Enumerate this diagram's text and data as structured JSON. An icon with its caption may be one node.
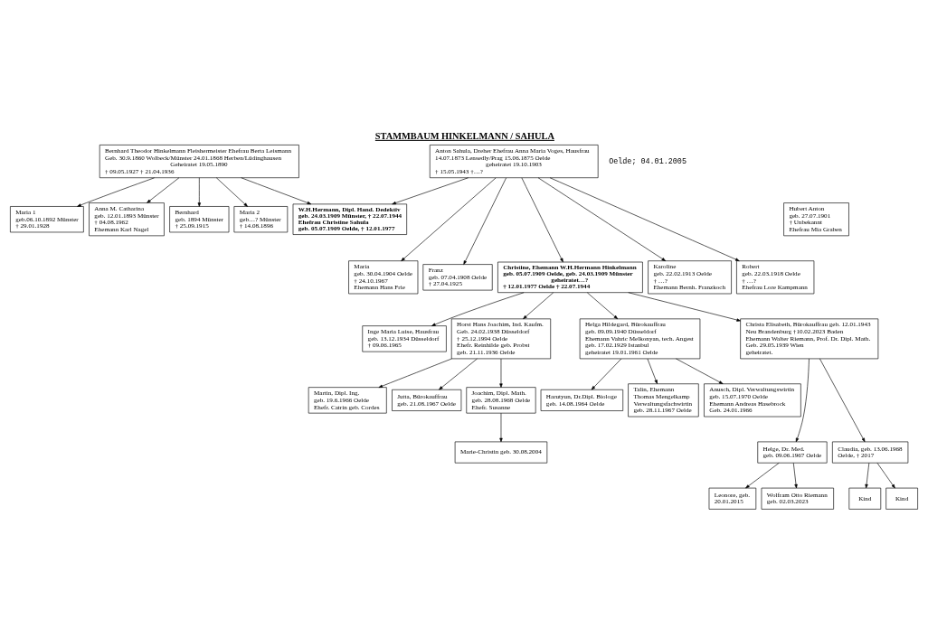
{
  "diagram": {
    "title": "STAMMBAUM HINKELMANN / SAHULA",
    "nodes": [
      {
        "text": [
          "Bernhard Theodor Hinkelmann Fleishermeister Ehefrau Berta Leismann",
          "Geb. 30.9.1860 Wolbeck/Münster 24.01.1868 Herben/Lüdinghausen",
          "Geheiratet 19.05.1890",
          "† 09.05.1927 † 21.04.1936"
        ]
      },
      {
        "text": [
          "Anton Sahula, Dreher Ehefrau Anna Maria Voges, Hausfrau",
          "14.07.1873 Lensedly/Prag 15.06.1875 Oelde",
          "geheiratet 19.10.1903",
          "† 15.05.1943 †…?"
        ]
      },
      {
        "text": [
          "Maria 1",
          "geb.06.10.1892 Münster",
          "† 29.01.1928"
        ]
      },
      {
        "text": [
          "Anna M. Catharina",
          "geb. 12.01.1893 Münster",
          "† 04.08.1962",
          "Ehemann Karl Nagel"
        ]
      },
      {
        "text": [
          "Bernhard",
          "geb. 1894 Münster",
          "† 25.09.1915"
        ]
      },
      {
        "text": [
          "Maria 2",
          "geb…? Münster",
          "† 14.08.1896"
        ]
      },
      {
        "text": [
          "Hubert Anton",
          "geb. 27.07.1901",
          "† Unbekannt",
          "Ehefrau Mia Graben"
        ]
      },
      {
        "text": [
          "W.H.Hermann, Dipl. Hand. Dedektiv",
          "geb. 24.03.1909 Münster, † 22.07.1944",
          "Ehefrau Christine Sahula",
          "geb. 05.07.1909 Oelde, † 12.01.1977"
        ]
      },
      {
        "text": [
          "Maria",
          "geb. 30.04.1904 Oelde",
          "† 24.10.1967",
          "Ehemann Hans Frie"
        ]
      },
      {
        "text": [
          "Franz",
          "geb. 07.04.1908 Oelde",
          "† 27.04.1925"
        ]
      },
      {
        "text": [
          "Christine, Ehemann W.H.Hermann Hinkelmann",
          "geb. 05.07.1909 Oelde, geb. 24.03.1909 Münster",
          "geheiratet…?",
          "† 12.01.1977 Oelde † 22.07.1944"
        ]
      },
      {
        "text": [
          "Karoline",
          "geb. 22.02.1913 Oelde",
          "† …?",
          "Ehemann Bernh. Franzkoch"
        ]
      },
      {
        "text": [
          "Robert",
          "geb. 22.03.1918 Oelde",
          "† …?",
          "Ehefrau Lore Kampmann"
        ]
      },
      {
        "text": [
          "Inge Maria Luise, Hausfrau",
          "geb. 13.12.1934 Düsseldorf",
          "† 09.06.1965"
        ]
      },
      {
        "text": [
          "Horst Hans Joachim, Ind. Kaufm.",
          "Geb. 24.02.1938 Düsseldorf",
          "† 25.12.1994 Oelde",
          "Ehefr. Reinhilde geb. Probst",
          "geb. 21.11.1936 Oelde"
        ]
      },
      {
        "text": [
          "Helga Hildegard, Bürokauffrau",
          "geb. 09.09.1940 Düsseldorf",
          "Ehemann Vahric Melkonyan, tech. Angest",
          "geb. 17.02.1929 Istanbul",
          "geheiratet 19.01.1961 Oelde"
        ]
      },
      {
        "text": [
          "Christa Elisabeth, Bürokauffrau geb. 12.01.1943",
          "Neu Brandenburg †10.02.2023 Baden",
          "Ehemann Walter Riemann, Prof. Dr. Dipl. Math.",
          "Geb. 29.05.1939 Wien",
          "geheiratet."
        ]
      },
      {
        "text": [
          "Martin, Dipl. Ing.",
          "geb. 19.6.1966 Oelde",
          "Ehefr. Catrin geb. Cordes"
        ]
      },
      {
        "text": [
          "Jutta, Bürokauffrau",
          "geb. 21.08.1967 Oelde"
        ]
      },
      {
        "text": [
          "Joachim, Dipl. Math.",
          "geb. 28.08.1968 Oelde",
          "Ehefr. Susanne"
        ]
      },
      {
        "text": [
          "Marie-Christin geb. 30.08.2004"
        ]
      },
      {
        "text": [
          "Harutyun, Dr.Dipl. Biologe",
          "geb. 14.08.1964 Oelde"
        ]
      },
      {
        "text": [
          "Talin, Ehemann",
          "Thomas Mengelkamp",
          "Verwaltungsfachwirtin",
          "geb. 28.11.1967 Oelde"
        ]
      },
      {
        "text": [
          "Anusch, Dipl. Verwaltungswirtin",
          "geb. 15.07.1970 Oelde",
          "Ehemann Andreas Hasebrock",
          "Geb. 24.01.1966"
        ]
      },
      {
        "text": [
          "Helge, Dr. Med.",
          "geb. 09.06.1967 Oelde"
        ]
      },
      {
        "text": [
          "Claudia, geb. 13.06.1968",
          "Oelde, † 2017"
        ]
      },
      {
        "text": [
          "Leonore, geb.",
          "20.01.2015"
        ]
      },
      {
        "text": [
          "Wolfram Otto Riemann",
          "geb. 02.03.2023"
        ]
      },
      {
        "text": [
          "Kind"
        ]
      },
      {
        "text": [
          "Kind"
        ]
      }
    ],
    "edges": [
      {
        "from": 0,
        "to": 2,
        "arrow": "to"
      },
      {
        "from": 0,
        "to": 3,
        "arrow": "to"
      },
      {
        "from": 0,
        "to": 4,
        "arrow": "to"
      },
      {
        "from": 0,
        "to": 5,
        "arrow": "to"
      },
      {
        "from": 0,
        "to": 7,
        "arrow": "to"
      },
      {
        "from": 1,
        "to": 7,
        "arrow": "to"
      },
      {
        "from": 1,
        "to": 8,
        "arrow": "to"
      },
      {
        "from": 1,
        "to": 9,
        "arrow": "to"
      },
      {
        "from": 1,
        "to": 10,
        "arrow": "to"
      },
      {
        "from": 1,
        "to": 11,
        "arrow": "to"
      },
      {
        "from": 1,
        "to": 12,
        "arrow": "to"
      },
      {
        "from": 10,
        "to": 13,
        "arrow": "to"
      },
      {
        "from": 10,
        "to": 14,
        "arrow": "to"
      },
      {
        "from": 10,
        "to": 15,
        "arrow": "to"
      },
      {
        "from": 10,
        "to": 16,
        "arrow": "to"
      },
      {
        "from": 14,
        "to": 17,
        "arrow": "to"
      },
      {
        "from": 14,
        "to": 18,
        "arrow": "to"
      },
      {
        "from": 14,
        "to": 19,
        "arrow": "to"
      },
      {
        "from": 19,
        "to": 20,
        "arrow": "to"
      },
      {
        "from": 15,
        "to": 21,
        "arrow": "to"
      },
      {
        "from": 15,
        "to": 22,
        "arrow": "to"
      },
      {
        "from": 15,
        "to": 23,
        "arrow": "to"
      },
      {
        "from": 16,
        "to": 24,
        "arrow": "to"
      },
      {
        "from": 16,
        "to": 25,
        "arrow": "to"
      },
      {
        "from": 24,
        "to": 26,
        "arrow": "to"
      },
      {
        "from": 24,
        "to": 27,
        "arrow": "to"
      },
      {
        "from": 25,
        "to": 28,
        "arrow": "to"
      },
      {
        "from": 25,
        "to": 29,
        "arrow": "to"
      }
    ],
    "labels": [
      "Oelde; 04.01.2005"
    ]
  }
}
